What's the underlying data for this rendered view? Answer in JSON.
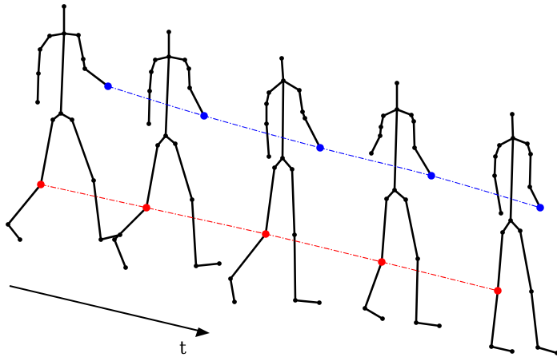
{
  "diagram": {
    "time_axis_label": "t",
    "colors": {
      "skeleton": "#000000",
      "wrist_trajectory": "#0000ff",
      "knee_trajectory": "#ff0000",
      "time_arrow": "#000000"
    },
    "figure_count": 5,
    "tracked_joints": [
      {
        "joint": "wrist",
        "color": "#0000ff"
      },
      {
        "joint": "knee",
        "color": "#ff0000"
      }
    ]
  }
}
